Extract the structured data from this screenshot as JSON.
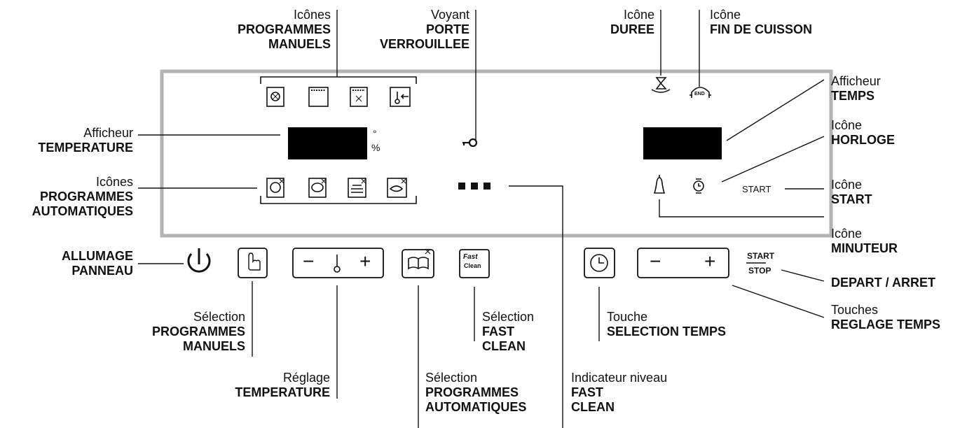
{
  "labels": {
    "icones_prog_manuels": {
      "l1": "Icônes",
      "l2": "PROGRAMMES",
      "l3": "MANUELS"
    },
    "voyant_porte": {
      "l1": "Voyant",
      "l2": "PORTE",
      "l3": "VERROUILLEE"
    },
    "icone_duree": {
      "l1": "Icône",
      "l2": "DUREE"
    },
    "icone_fin_cuisson": {
      "l1": "Icône",
      "l2": "FIN DE CUISSON"
    },
    "afficheur_temps": {
      "l1": "Afficheur",
      "l2": "TEMPS"
    },
    "afficheur_temperature": {
      "l1": "Afficheur",
      "l2": "TEMPERATURE"
    },
    "icone_horloge": {
      "l1": "Icône",
      "l2": "HORLOGE"
    },
    "icones_prog_auto": {
      "l1": "Icônes",
      "l2": "PROGRAMMES",
      "l3": "AUTOMATIQUES"
    },
    "icone_start": {
      "l1": "Icône",
      "l2": "START"
    },
    "icone_minuteur": {
      "l1": "Icône",
      "l2": "MINUTEUR"
    },
    "allumage_panneau": {
      "l1": "ALLUMAGE",
      "l2": "PANNEAU"
    },
    "depart_arret": {
      "l1": "DEPART / ARRET"
    },
    "touches_reglage_temps": {
      "l1": "Touches",
      "l2": "REGLAGE TEMPS"
    },
    "selection_prog_manuels": {
      "l1": "Sélection",
      "l2": "PROGRAMMES",
      "l3": "MANUELS"
    },
    "selection_fast_clean": {
      "l1": "Sélection",
      "l2": "FAST",
      "l3": "CLEAN"
    },
    "touche_selection_temps": {
      "l1": "Touche",
      "l2": "SELECTION TEMPS"
    },
    "reglage_temperature": {
      "l1": "Réglage",
      "l2": "TEMPERATURE"
    },
    "selection_prog_auto": {
      "l1": "Sélection",
      "l2": "PROGRAMMES",
      "l3": "AUTOMATIQUES"
    },
    "indicateur_fast_clean": {
      "l1": "Indicateur niveau",
      "l2": "FAST",
      "l3": "CLEAN"
    }
  },
  "panel": {
    "degree_symbol": "°",
    "percent_symbol": "%",
    "start_text": "START",
    "start_stop_top": "START",
    "start_stop_bottom": "STOP",
    "end_text": "END",
    "fast_text": "Fast",
    "clean_text": "Clean",
    "minus": "−",
    "plus": "+"
  }
}
